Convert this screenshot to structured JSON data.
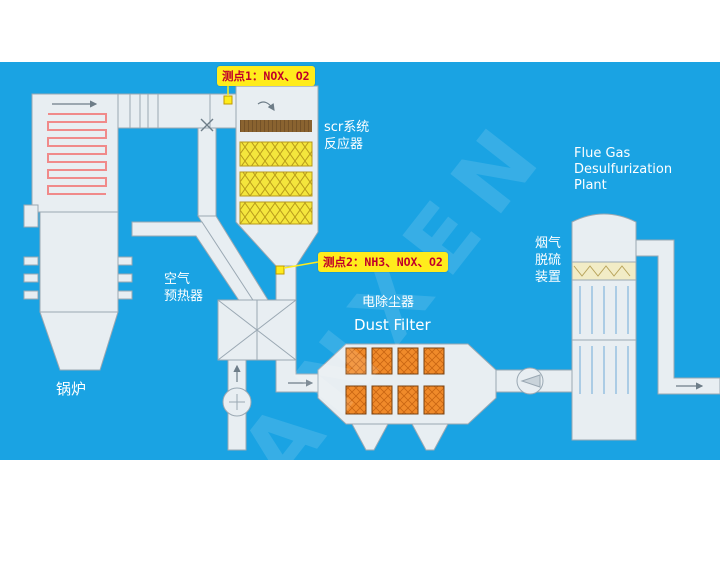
{
  "colors": {
    "background": "#1aa3e3",
    "equipment": "#e8eef2",
    "equipment_shade": "#c9d3da",
    "outline": "#9aa8b3",
    "catalyst_yellow": "#f4e63c",
    "catalyst_brown": "#8a6330",
    "filter_orange": "#f08a2a",
    "heater_coil": "#f08a8a",
    "tag_background": "#ffec1c",
    "tag_text": "#c0002a"
  },
  "labels": {
    "boiler": "锅炉",
    "air_preheater_line1": "空气",
    "air_preheater_line2": "预热器",
    "scr_line1": "scr系统",
    "scr_line2": "反应器",
    "esp_cn": "电除尘器",
    "esp_en": "Dust Filter",
    "fgd_cn_line1": "烟气",
    "fgd_cn_line2": "脱硫",
    "fgd_cn_line3": "装置",
    "fgd_en_line1": "Flue Gas",
    "fgd_en_line2": "Desulfurization",
    "fgd_en_line3": "Plant"
  },
  "measurement_points": [
    {
      "id": "mp1",
      "text": "测点1：NOX、O2"
    },
    {
      "id": "mp2",
      "text": "测点2：NH3、NOX、O2"
    }
  ],
  "watermark": {
    "text": "SANXEN"
  }
}
